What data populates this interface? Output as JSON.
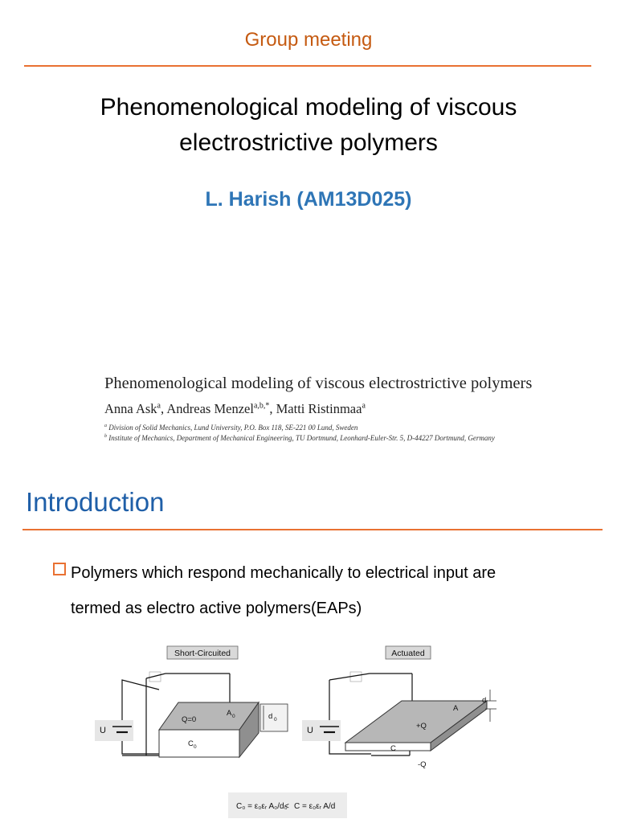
{
  "slide1": {
    "header": "Group meeting",
    "title": "Phenomenological modeling of viscous electrostrictive polymers",
    "title_lines": [
      "Phenomenological modeling of viscous",
      "electrostrictive polymers"
    ],
    "author": "L. Harish (AM13D025)"
  },
  "paper": {
    "title": "Phenomenological modeling of viscous electrostrictive polymers",
    "authors": [
      {
        "name": "Anna Ask",
        "sup": "a",
        "sep": ", "
      },
      {
        "name": "Andreas Menzel",
        "sup": "a,b,*",
        "sep": ", "
      },
      {
        "name": "Matti Ristinmaa",
        "sup": "a",
        "sep": ""
      }
    ],
    "affiliations": [
      {
        "sup": "a",
        "text": "Division of Solid Mechanics, Lund University, P.O. Box 118, SE-221 00 Lund, Sweden"
      },
      {
        "sup": "b",
        "text": "Institute of Mechanics, Department of Mechanical Engineering, TU Dortmund, Leonhard-Euler-Str. 5, D-44227 Dortmund, Germany"
      }
    ]
  },
  "slide2": {
    "title": "Introduction",
    "bullet_line1": "Polymers which respond mechanically to electrical input are",
    "bullet_line2": "termed as electro active polymers(EAPs)"
  },
  "diagram": {
    "left_panel_label": "Short-Circuited",
    "right_panel_label": "Actuated",
    "voltage_label": "U",
    "left_charge": "Q=0",
    "left_area": "A",
    "left_area_sub": "0",
    "left_thickness": "d",
    "left_thickness_sub": "0",
    "left_capacitance": "C",
    "left_capacitance_sub": "0",
    "right_thickness": "d",
    "right_area": "A",
    "right_charge_pos": "+Q",
    "right_charge_neg": "-Q",
    "right_capacitance": "C",
    "formula_left": "C₀ = ε₀εᵣ A₀/d₀",
    "formula_relation": "<",
    "formula_right": "C = ε₀εᵣ A/d"
  }
}
